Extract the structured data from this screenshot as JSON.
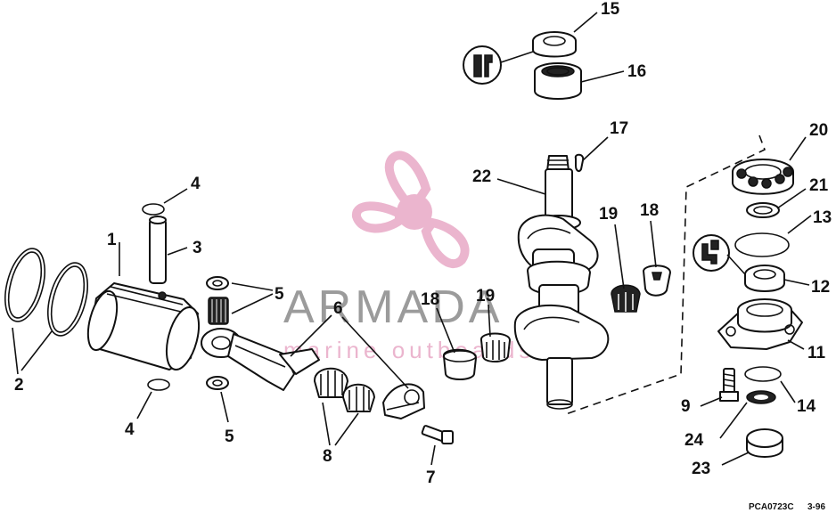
{
  "labels": {
    "l1": "1",
    "l2": "2",
    "l3": "3",
    "l4a": "4",
    "l4b": "4",
    "l5a": "5",
    "l5b": "5",
    "l6": "6",
    "l7": "7",
    "l8": "8",
    "l9": "9",
    "l11": "11",
    "l12": "12",
    "l13": "13",
    "l14": "14",
    "l15": "15",
    "l16": "16",
    "l17": "17",
    "l18a": "18",
    "l18b": "18",
    "l19a": "19",
    "l19b": "19",
    "l20": "20",
    "l21": "21",
    "l22": "22",
    "l23": "23",
    "l24": "24"
  },
  "footer": {
    "code": "PCA0723C",
    "date": "3-96"
  },
  "watermark": {
    "title": "ARMADA",
    "subtitle": "marine outboards",
    "color": "#e8a9c6",
    "logo_icon": "propeller-icon"
  },
  "line_color": "#111111"
}
